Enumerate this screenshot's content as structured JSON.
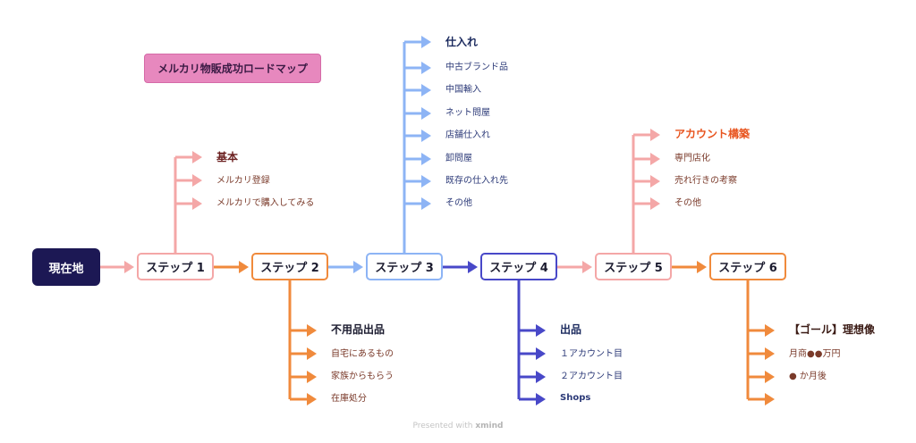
{
  "diagram": {
    "title": "メルカリ物販成功ロードマップ",
    "root": "現在地",
    "steps": [
      "ステップ 1",
      "ステップ 2",
      "ステップ 3",
      "ステップ 4",
      "ステップ 5",
      "ステップ 6"
    ],
    "step1_branch": {
      "heading": "基本",
      "items": [
        "メルカリ登録",
        "メルカリで購入してみる"
      ]
    },
    "step2_branch": {
      "heading": "不用品出品",
      "items": [
        "自宅にあるもの",
        "家族からもらう",
        "在庫処分"
      ]
    },
    "step3_branch": {
      "heading": "仕入れ",
      "items": [
        "中古ブランド品",
        "中国輸入",
        "ネット問屋",
        "店舗仕入れ",
        "卸問屋",
        "既存の仕入れ先",
        "その他"
      ]
    },
    "step4_branch": {
      "heading": "出品",
      "items": [
        "１アカウント目",
        "２アカウント目",
        "Shops"
      ]
    },
    "step5_branch": {
      "heading": "アカウント構築",
      "items": [
        "専門店化",
        "売れ行きの考察",
        "その他"
      ]
    },
    "step6_branch": {
      "heading": "【ゴール】理想像",
      "items": [
        "月商●●万円",
        "● か月後",
        ""
      ]
    }
  },
  "colors": {
    "root_bg": "#1c1854",
    "title_bg": "#e788be",
    "step1": "#f4a7a7",
    "step2": "#f08a3c",
    "step3": "#8db4f5",
    "step4": "#4848c8",
    "step5": "#f4a7a7",
    "step6": "#f08a3c",
    "heading_step1": "#6b1f1f",
    "heading_step5": "#e8541e",
    "item_text_warm": "#7a3a2a",
    "item_text_blue": "#2c3a78"
  },
  "footer": {
    "prefix": "Presented with",
    "brand": "xmind"
  }
}
